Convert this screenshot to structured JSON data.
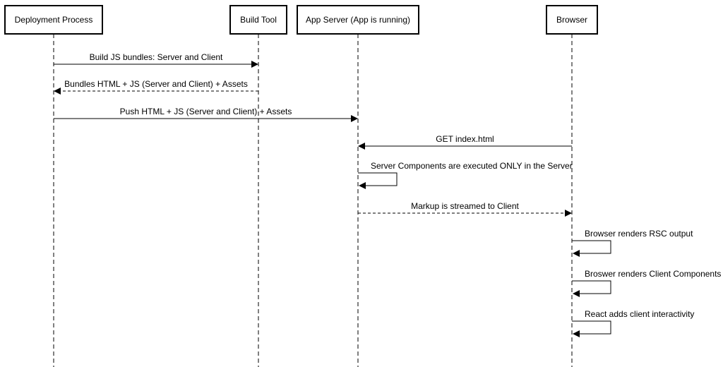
{
  "diagram": {
    "actors": [
      {
        "id": "deploy",
        "label": "Deployment Process"
      },
      {
        "id": "build",
        "label": "Build Tool"
      },
      {
        "id": "app",
        "label": "App Server (App is running)"
      },
      {
        "id": "browser",
        "label": "Browser"
      }
    ],
    "messages": [
      {
        "from": "deploy",
        "to": "build",
        "label": "Build JS bundles: Server and Client",
        "style": "solid"
      },
      {
        "from": "build",
        "to": "deploy",
        "label": "Bundles HTML + JS (Server and Client) + Assets",
        "style": "dashed"
      },
      {
        "from": "deploy",
        "to": "app",
        "label": "Push HTML + JS (Server and Client) + Assets",
        "style": "solid"
      },
      {
        "from": "browser",
        "to": "app",
        "label": "GET index.html",
        "style": "solid"
      },
      {
        "from": "app",
        "to": "app",
        "label": "Server Components are executed ONLY in the Server",
        "style": "solid"
      },
      {
        "from": "app",
        "to": "browser",
        "label": "Markup is streamed to Client",
        "style": "dashed"
      },
      {
        "from": "browser",
        "to": "browser",
        "label": "Browser renders RSC output",
        "style": "solid"
      },
      {
        "from": "browser",
        "to": "browser",
        "label": "Broswer renders Client Components",
        "style": "solid"
      },
      {
        "from": "browser",
        "to": "browser",
        "label": "React adds client interactivity",
        "style": "solid"
      }
    ]
  }
}
